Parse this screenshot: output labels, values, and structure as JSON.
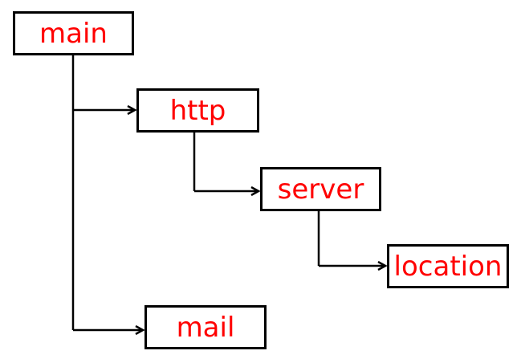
{
  "colors": {
    "node_text": "#ff0000",
    "node_border": "#000000",
    "connector": "#000000",
    "background": "#ffffff"
  },
  "nodes": {
    "main": "main",
    "http": "http",
    "server": "server",
    "location": "location",
    "mail": "mail"
  },
  "edges": [
    {
      "from": "main",
      "to": "http"
    },
    {
      "from": "main",
      "to": "mail"
    },
    {
      "from": "http",
      "to": "server"
    },
    {
      "from": "server",
      "to": "location"
    }
  ]
}
